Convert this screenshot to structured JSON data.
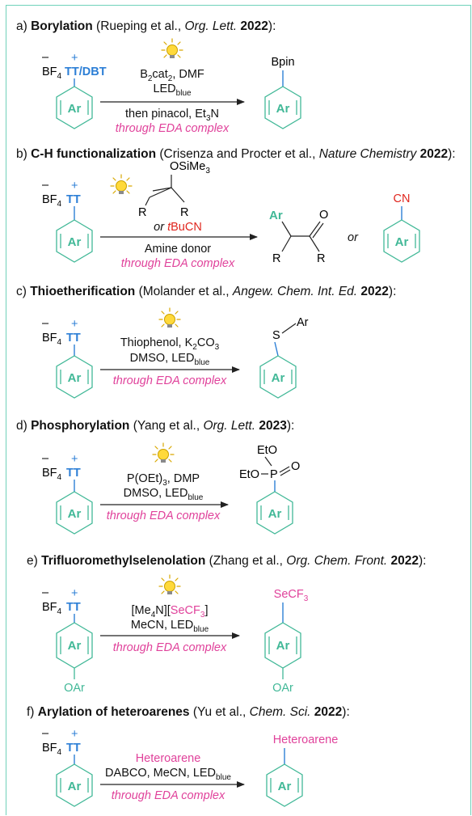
{
  "colors": {
    "frame": "#6fd1b9",
    "ring": "#41b897",
    "reagent_blue": "#2d7fd6",
    "pink": "#e0429b",
    "red": "#e0261e"
  },
  "icons": [
    "lightbulb-icon"
  ],
  "common": {
    "ar": "Ar",
    "bf4": "BF",
    "sub4": "4",
    "minus": "–",
    "plus": "+",
    "tt": "TT",
    "eda": "through EDA complex",
    "led": "LED",
    "blue_sub": "blue"
  },
  "a": {
    "label": "a) ",
    "title": "Borylation",
    "cite_pre": " (Rueping et al., ",
    "journal": "Org. Lett.",
    "year": "2022",
    "cite_post": "):",
    "reagent_a": "TT",
    "reagent_slash": "/",
    "reagent_b": "DBT",
    "cond1_pre": "B",
    "cond1_sub": "2",
    "cond1_mid": "cat",
    "cond1_sub2": "2",
    "cond1_post": ", DMF",
    "cond3_pre": "then pinacol, Et",
    "cond3_sub": "3",
    "cond3_post": "N",
    "product": "Bpin"
  },
  "b": {
    "label": "b) ",
    "title": "C-H functionalization",
    "cite_pre": " (Crisenza and Procter et al., ",
    "journal": "Nature Chemistry",
    "year": "2022",
    "cite_post": "):",
    "silyl": "OSiMe",
    "silyl_sub": "3",
    "r": "R",
    "or_pre": "or ",
    "t": "t",
    "tbucn": "BuCN",
    "cond2": "Amine donor",
    "ar_green": "Ar",
    "o": "O",
    "or_word": "or",
    "cn": "CN"
  },
  "c": {
    "label": "c) ",
    "title": "Thioetherification",
    "cite_pre": " (Molander et al., ",
    "journal": "Angew. Chem. Int. Ed.",
    "year": "2022",
    "cite_post": "):",
    "cond1_pre": "Thiophenol, K",
    "cond1_sub": "2",
    "cond1_mid": "CO",
    "cond1_sub2": "3",
    "cond2_pre": "DMSO, ",
    "s": "S",
    "ar": "Ar"
  },
  "d": {
    "label": "d) ",
    "title": "Phosphorylation",
    "cite_pre": " (Yang et al., ",
    "journal": "Org. Lett.",
    "year": "2023",
    "cite_post": "):",
    "cond1_pre": "P(OEt)",
    "cond1_sub": "3",
    "cond1_post": ", DMP",
    "cond2_pre": "DMSO, ",
    "eto1": "EtO",
    "eto2": "EtO",
    "p": "P",
    "o": "O"
  },
  "e": {
    "label": "e) ",
    "title": "Trifluoromethylselenolation",
    "cite_pre": " (Zhang et al., ",
    "journal": "Org. Chem. Front.",
    "year": "2022",
    "cite_post": "):",
    "cond1_a": "[Me",
    "cond1_sub": "4",
    "cond1_b": "N][",
    "cond1_c": "SeCF",
    "cond1_sub2": "3",
    "cond1_d": "]",
    "cond2_pre": "MeCN, ",
    "oar": "OAr",
    "secf": "SeCF",
    "secf_sub": "3"
  },
  "f": {
    "label": "f) ",
    "title": "Arylation of heteroarenes",
    "cite_pre": " (Yu et al., ",
    "journal": "Chem. Sci.",
    "year": "2022",
    "cite_post": "):",
    "cond1": "Heteroarene",
    "cond2_pre": "DABCO, MeCN, ",
    "product": "Heteroarene"
  }
}
